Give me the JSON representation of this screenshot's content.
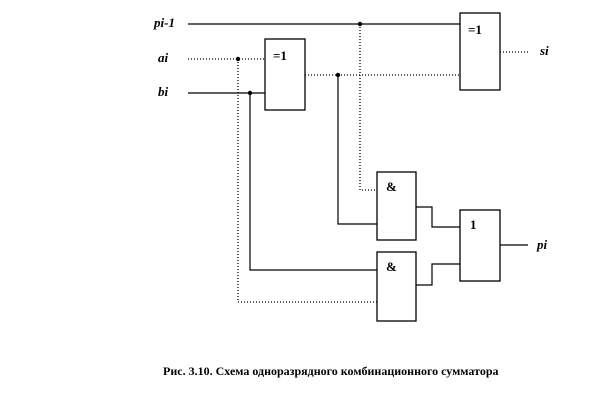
{
  "signals": {
    "p_in": "pi-1",
    "a": "ai",
    "b": "bi",
    "s_out": "si",
    "p_out": "pi"
  },
  "gates": {
    "xor1": "=1",
    "xor2": "=1",
    "and1": "&",
    "and2": "&",
    "or1": "1"
  },
  "caption": "Рис. 3.10.  Схема одноразрядного комбинационного  сумматора"
}
